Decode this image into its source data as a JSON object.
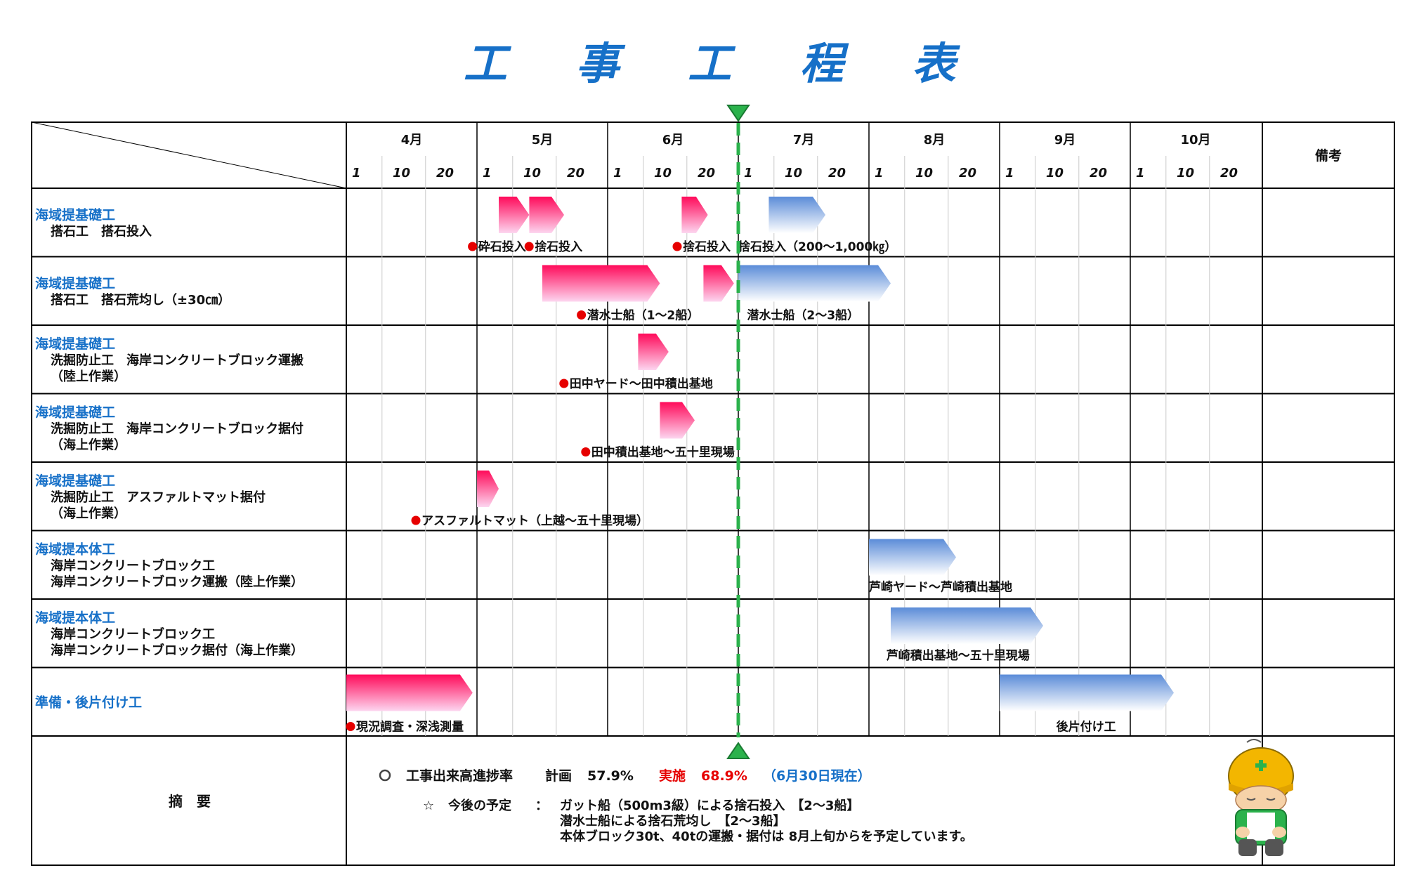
{
  "page_title_chars": [
    "工",
    "事",
    "工",
    "程",
    "表"
  ],
  "chart_data": {
    "type": "gantt",
    "title": "工事工程表",
    "months": [
      "4月",
      "5月",
      "6月",
      "7月",
      "8月",
      "9月",
      "10月"
    ],
    "day_ticks": [
      "1",
      "10",
      "20"
    ],
    "remarks_header": "備考",
    "current_marker": "6月30日",
    "rows": [
      {
        "lines": [
          "海域提基礎工",
          "搭石工　搭石投入"
        ]
      },
      {
        "lines": [
          "海域提基礎工",
          "搭石工　搭石荒均し（±30㎝）"
        ]
      },
      {
        "lines": [
          "海域提基礎工",
          "洗掘防止工　海岸コンクリートブロック運搬",
          "（陸上作業）"
        ]
      },
      {
        "lines": [
          "海域提基礎工",
          "洗掘防止工　海岸コンクリートブロック据付",
          "（海上作業）"
        ]
      },
      {
        "lines": [
          "海域提基礎工",
          "洗掘防止工　アスファルトマット据付",
          "（海上作業）"
        ]
      },
      {
        "lines": [
          "海域提本体工",
          "海岸コンクリートブロック工",
          "海岸コンクリートブロック運搬（陸上作業）"
        ]
      },
      {
        "lines": [
          "海域提本体工",
          "海岸コンクリートブロック工",
          "海岸コンクリートブロック据付（海上作業）"
        ]
      },
      {
        "lines": [
          "準備・後片付け工"
        ]
      }
    ],
    "bars": [
      {
        "row": 0,
        "start": "5月6日",
        "end": "5月13日",
        "status": "actual"
      },
      {
        "row": 0,
        "start": "5月13日",
        "end": "5月21日",
        "status": "actual"
      },
      {
        "row": 0,
        "start": "6月18日",
        "end": "6月24日",
        "status": "actual"
      },
      {
        "row": 0,
        "start": "7月8日",
        "end": "7月21日",
        "status": "plan"
      },
      {
        "row": 1,
        "start": "5月16日",
        "end": "6月13日",
        "status": "actual"
      },
      {
        "row": 1,
        "start": "6月23日",
        "end": "6月30日",
        "status": "actual"
      },
      {
        "row": 1,
        "start": "7月1日",
        "end": "8月6日",
        "status": "plan"
      },
      {
        "row": 2,
        "start": "6月8日",
        "end": "6月15日",
        "status": "actual"
      },
      {
        "row": 3,
        "start": "6月13日",
        "end": "6月21日",
        "status": "actual"
      },
      {
        "row": 4,
        "start": "5月1日",
        "end": "5月6日",
        "status": "actual"
      },
      {
        "row": 5,
        "start": "8月1日",
        "end": "8月21日",
        "status": "plan"
      },
      {
        "row": 6,
        "start": "8月6日",
        "end": "9月11日",
        "status": "plan"
      },
      {
        "row": 7,
        "start": "4月1日",
        "end": "4月30日",
        "status": "actual"
      },
      {
        "row": 7,
        "start": "9月1日",
        "end": "10月11日",
        "status": "plan"
      }
    ],
    "annotations": [
      {
        "row": 0,
        "day": "4月29日",
        "text": "砕石投入",
        "dot": true
      },
      {
        "row": 0,
        "day": "5月12日",
        "text": "捨石投入",
        "dot": true
      },
      {
        "row": 0,
        "day": "6月16日",
        "text": "捨石投入",
        "dot": true
      },
      {
        "row": 0,
        "day": "7月1日",
        "text": "捨石投入（200～1,000㎏）",
        "dot": false
      },
      {
        "row": 1,
        "day": "5月24日",
        "text": "潜水士船（1～2船）",
        "dot": true
      },
      {
        "row": 1,
        "day": "7月3日",
        "text": "潜水士船（2～3船）",
        "dot": false
      },
      {
        "row": 2,
        "day": "5月20日",
        "text": "田中ヤード～田中積出基地",
        "dot": true
      },
      {
        "row": 3,
        "day": "5月25日",
        "text": "田中積出基地～五十里現場",
        "dot": true
      },
      {
        "row": 4,
        "day": "4月16日",
        "text": "アスファルトマット（上越～五十里現場）",
        "dot": true
      },
      {
        "row": 5,
        "day": "8月1日",
        "text": "芦崎ヤード～芦崎積出基地",
        "dot": false
      },
      {
        "row": 6,
        "day": "8月5日",
        "text": "芦崎積出基地～五十里現場",
        "dot": false
      },
      {
        "row": 7,
        "day": "4月1日",
        "text": "現況調査・深浅測量",
        "dot": true
      },
      {
        "row": 7,
        "day": "9月14日",
        "text": "後片付け工",
        "dot": false
      }
    ]
  },
  "summary": {
    "label": "摘　要",
    "progress_label": "工事出来高進捗率",
    "plan_label": "計画",
    "plan_value": "57.9%",
    "actual_label": "実施",
    "actual_value": "68.9%",
    "as_of": "（6月30日現在）",
    "future_label": "今後の予定",
    "future_lines": [
      "ガット船（500m3級）による捨石投入　【2～3船】",
      "潜水士船による捨石荒均し　【2～3船】",
      "本体ブロック30t、40tの運搬・据付は 8月上旬からを予定しています。"
    ]
  },
  "colors": {
    "title": "#1670c8",
    "actual_bar_top": "#ff0a5a",
    "actual_bar_bottom": "#fdd6f0",
    "plan_bar_top": "#5b8cd8",
    "plan_bar_bottom": "#ffffff",
    "today_line": "#2bb24c",
    "dot": "#e60000",
    "actual_value": "#e60000",
    "as_of": "#1670c8"
  }
}
